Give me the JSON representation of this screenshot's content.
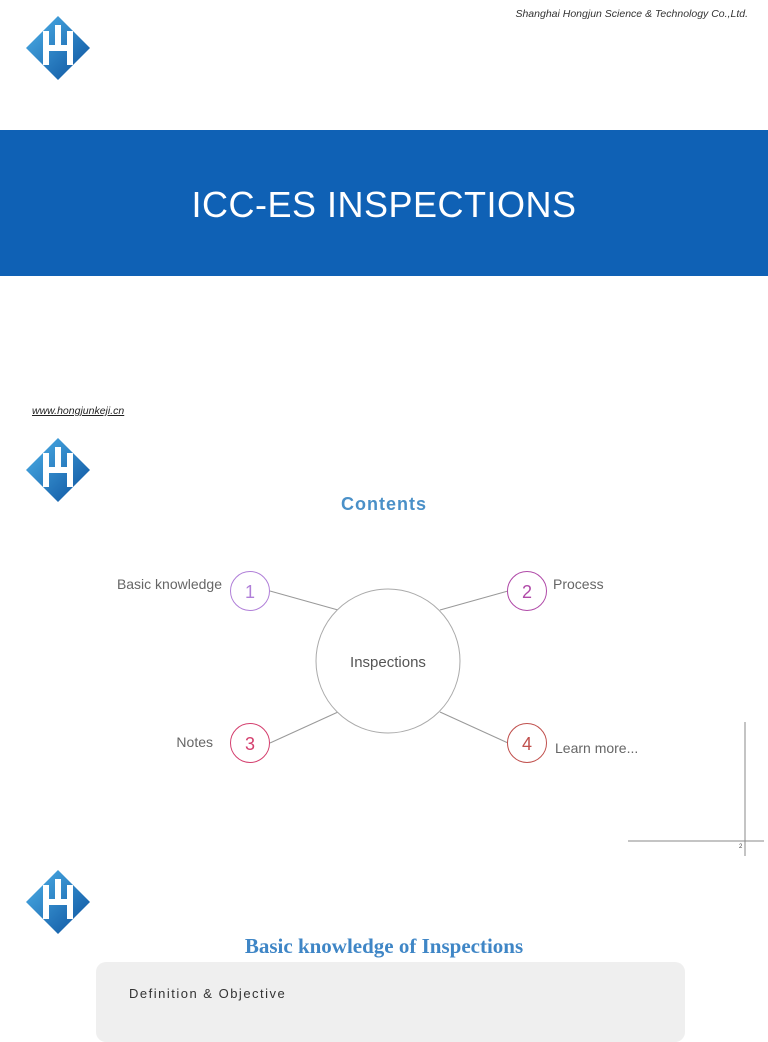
{
  "slide1": {
    "company": "Shanghai Hongjun Science & Technology Co.,Ltd.",
    "title": "ICC-ES INSPECTIONS",
    "website": "www.hongjunkeji.cn"
  },
  "slide2": {
    "heading": "Contents",
    "center_label": "Inspections",
    "items": [
      {
        "num": "1",
        "label": "Basic knowledge",
        "color": "#b07fd8"
      },
      {
        "num": "2",
        "label": "Process",
        "color": "#b04aa8"
      },
      {
        "num": "3",
        "label": "Notes",
        "color": "#d43f6e"
      },
      {
        "num": "4",
        "label": "Learn more...",
        "color": "#c0504d"
      }
    ],
    "page_number": "2"
  },
  "slide3": {
    "heading": "Basic knowledge of Inspections",
    "card_title": "Definition & Objective"
  },
  "colors": {
    "brand_blue": "#0f61b5",
    "heading_blue": "#4a90c8"
  }
}
